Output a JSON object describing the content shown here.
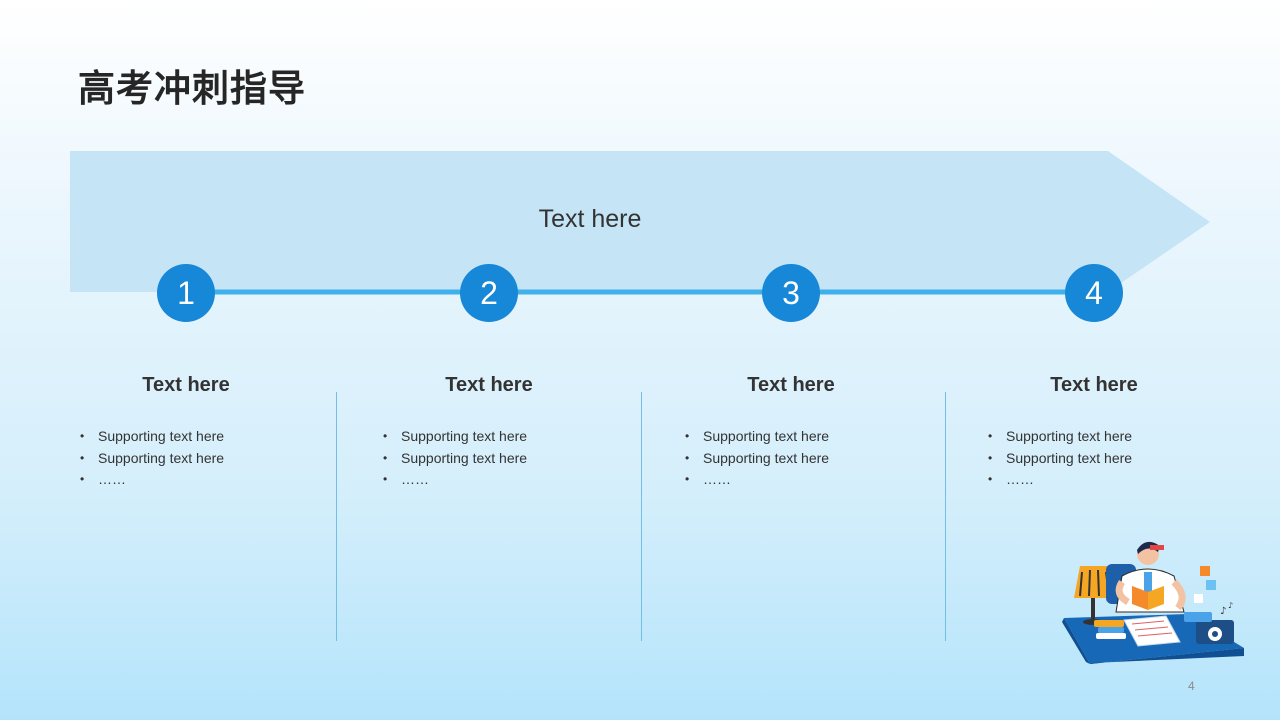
{
  "title": "高考冲刺指导",
  "arrow": {
    "label": "Text here"
  },
  "steps": [
    {
      "number": "1",
      "heading": "Text here",
      "bullets": [
        "Supporting text here",
        "Supporting text here",
        "……"
      ]
    },
    {
      "number": "2",
      "heading": "Text here",
      "bullets": [
        "Supporting text here",
        "Supporting text here",
        "……"
      ]
    },
    {
      "number": "3",
      "heading": "Text here",
      "bullets": [
        "Supporting text here",
        "Supporting text here",
        "……"
      ]
    },
    {
      "number": "4",
      "heading": "Text here",
      "bullets": [
        "Supporting text here",
        "Supporting text here",
        "……"
      ]
    }
  ],
  "page_number": "4",
  "colors": {
    "circle": "#1787d7",
    "timeline": "#3fb0ec",
    "arrow_fill": "#c5e5f7",
    "divider": "#74bde6",
    "title": "#262626"
  },
  "illustration": "student-studying-at-desk"
}
